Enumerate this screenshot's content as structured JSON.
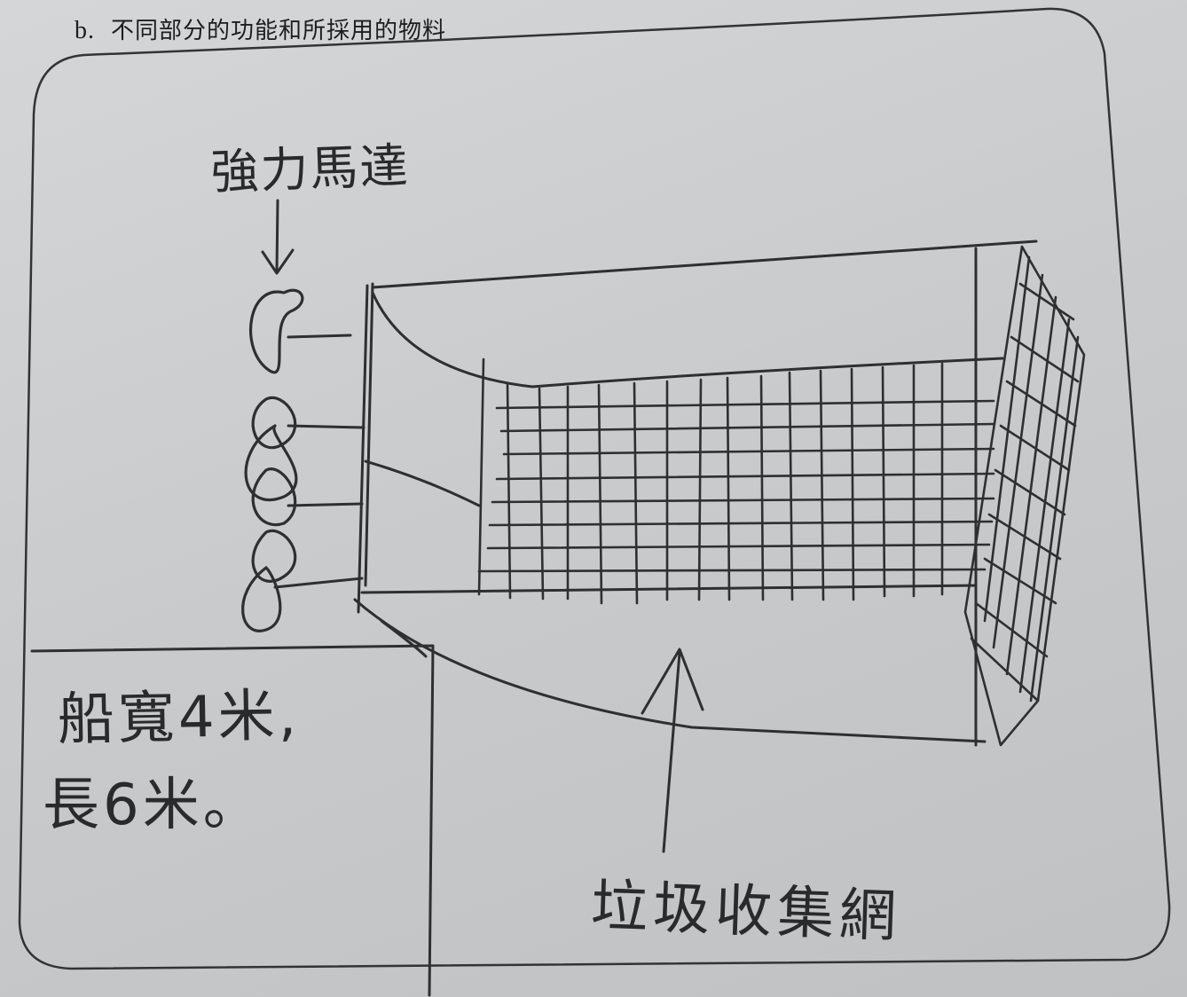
{
  "question": {
    "number": "b.",
    "text": "不同部分的功能和所採用的物料"
  },
  "labels": {
    "motor": "強力馬達",
    "boat_width": "船寬4米,",
    "boat_length": "長6米。",
    "collection_net": "垃圾收集網"
  },
  "colors": {
    "paper": "#c9cbcd",
    "pencil": "#2a2a2a"
  }
}
